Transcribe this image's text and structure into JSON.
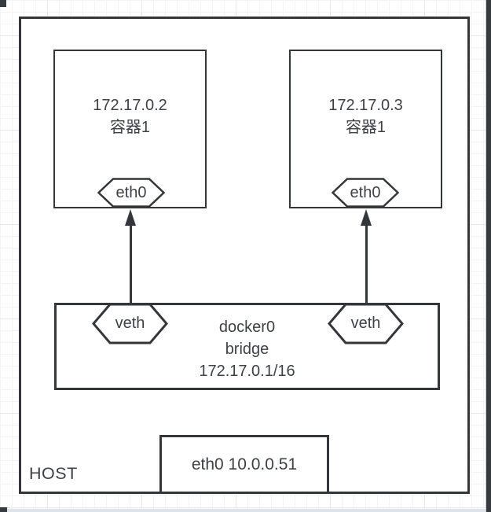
{
  "canvas": {
    "colors": {
      "stroke": "#33373b",
      "shape_fill": "#ffffff",
      "text": "#3d4145",
      "window_edge": "#363b40",
      "grid_minor": "#f4f4f4",
      "grid_major": "#e7e7e7"
    }
  },
  "diagram": {
    "host": {
      "label": "HOST"
    },
    "containers": [
      {
        "ip": "172.17.0.2",
        "name": "容器1",
        "interface": "eth0"
      },
      {
        "ip": "172.17.0.3",
        "name": "容器1",
        "interface": "eth0"
      }
    ],
    "bridge": {
      "line1": "docker0",
      "line2": "bridge",
      "line3": "172.17.0.1/16",
      "left_port": "veth",
      "right_port": "veth"
    },
    "host_interface": {
      "label": "eth0 10.0.0.51"
    }
  }
}
